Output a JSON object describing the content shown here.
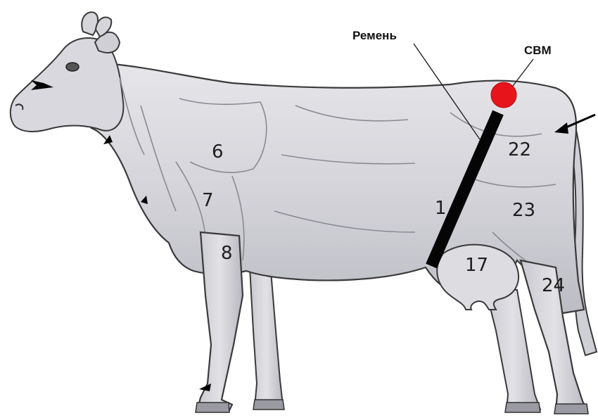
{
  "callouts": {
    "strap": "Ремень",
    "sensor": "СВМ"
  },
  "region_numbers": {
    "n6": "6",
    "n7": "7",
    "n8": "8",
    "n1": "1",
    "n22": "22",
    "n23": "23",
    "n17": "17",
    "n24": "24"
  },
  "colors": {
    "sensor": "#e8141c",
    "strap": "#050505",
    "body": "#d9d9de",
    "outline": "#3a3a3a"
  }
}
